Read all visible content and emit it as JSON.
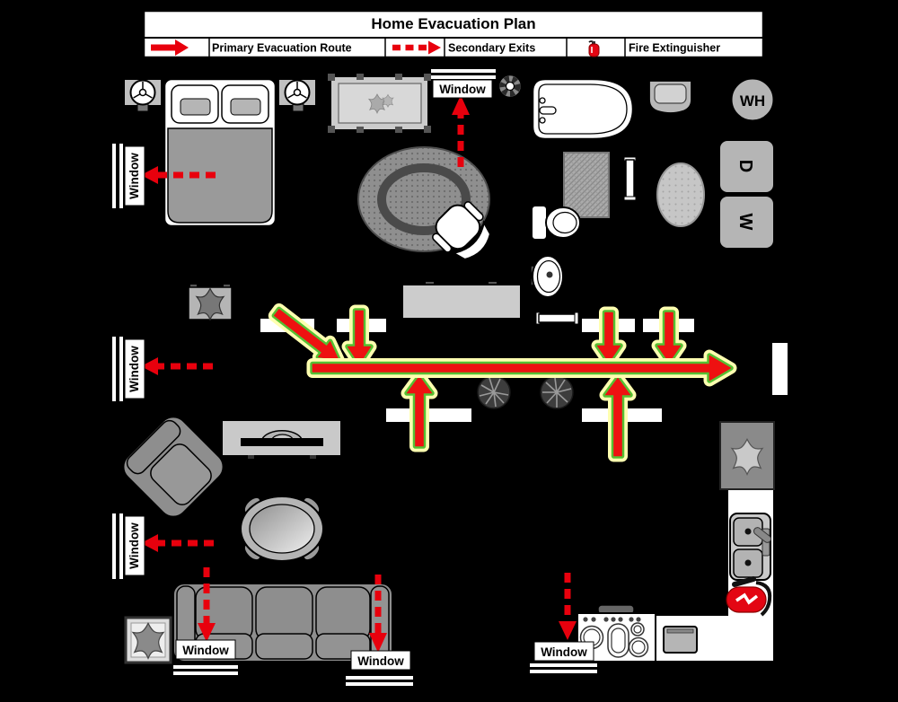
{
  "header": {
    "title": "Home Evacuation Plan",
    "legend": [
      {
        "icon": "primary-route-arrow",
        "label": "Primary Evacuation Route"
      },
      {
        "icon": "secondary-exit-arrow",
        "label": "Secondary Exits"
      },
      {
        "icon": "fire-extinguisher",
        "label": "Fire Extinguisher"
      }
    ]
  },
  "labels": {
    "window": "Window",
    "water_heater": "WH",
    "dryer": "D",
    "washer": "W"
  },
  "colors": {
    "background": "#000000",
    "route_red": "#ee1111",
    "route_halo_yellow": "#ffffb0",
    "route_halo_green": "#55c033",
    "secondary_red": "#e8000d",
    "furniture_gray": "#8e8e8e",
    "light_gray": "#c9c9c9",
    "white": "#ffffff",
    "extinguisher_red": "#e30613"
  },
  "windows": [
    "bedroom-left",
    "bedroom-top",
    "hall-left",
    "living-left",
    "sofa-left",
    "sofa-right",
    "kitchen"
  ],
  "furniture_icons": [
    "double-bed",
    "nightstand-fan",
    "crib",
    "ceiling-vent-fan",
    "bedroom-rug",
    "desk-chair",
    "bathtub",
    "vanity-sink",
    "bath-mat",
    "towel-bar",
    "toilet",
    "pedestal-sink",
    "water-heater",
    "dryer",
    "washer",
    "laundry-rug",
    "plant-table",
    "hall-dresser",
    "potted-tree",
    "front-door",
    "armchair",
    "tv-console",
    "coffee-table",
    "sofa",
    "framed-plant",
    "stove",
    "kitchen-counter",
    "kitchen-sink",
    "microwave",
    "fire-extinguisher"
  ]
}
